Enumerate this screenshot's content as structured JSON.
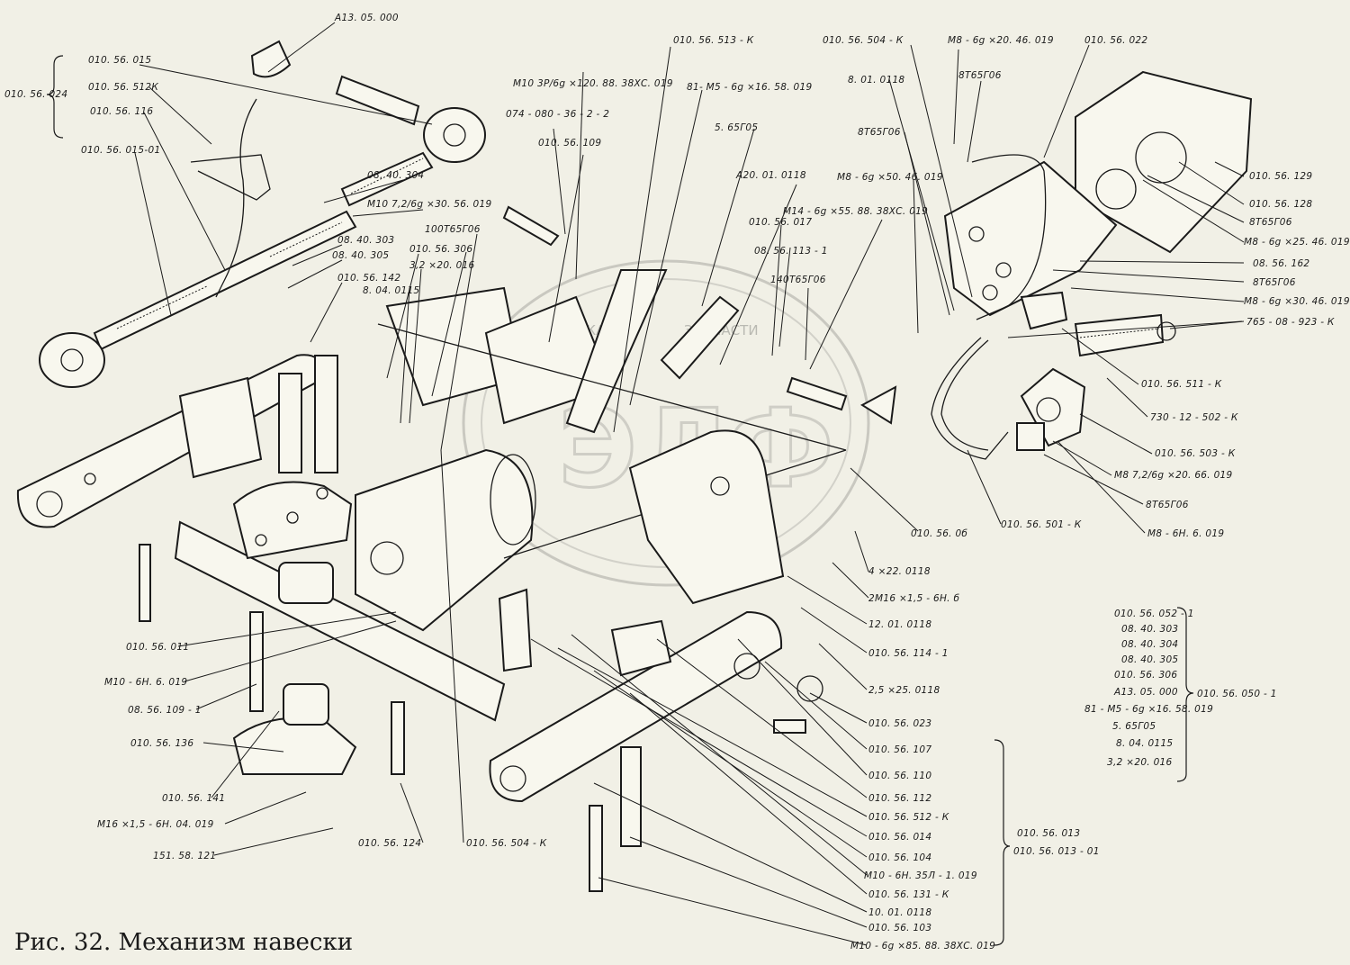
{
  "caption": "Рис. 32. Механизм навески",
  "watermark": {
    "line1": "ТЕХНИКА",
    "line2": "ЗАПЧАСТИ",
    "logo": "ЭЛФ"
  },
  "labels": {
    "a13_05_000": "А13. 05. 000",
    "d010_56_015": "010. 56. 015",
    "d010_56_024": "010. 56. 024",
    "d010_56_512k": "010. 56. 512К",
    "d010_56_116": "010. 56. 116",
    "d010_56_015_01": "010. 56. 015-01",
    "d08_40_304": "08. 40. 304",
    "m10_30_56": "М10 7,2/6g ×30. 56. 019",
    "d08_40_303": "08. 40. 303",
    "d08_40_305": "08. 40. 305",
    "d010_56_306": "010. 56. 306",
    "d3_2x20": "3,2 ×20. 016",
    "p100t65g06": "100Т65Г06",
    "d010_56_142": "010. 56. 142",
    "d8_04_0115": "8. 04. 0115",
    "d074_080": "074 - 080 - 36 - 2 - 2",
    "d010_56_109": "010. 56. 109",
    "m10_120": "М10 3Р/6g ×120. 88. 38ХС. 019",
    "d010_56_513k": "010. 56. 513 - К",
    "m5_16": "81- М5 - 6g ×16. 58. 019",
    "p565g05": "5. 65Г05",
    "a20_01_0118": "А20. 01. 0118",
    "d010_56_017": "010. 56. 017",
    "m14_55": "М14 - 6g ×55. 88. 38ХС. 019",
    "d08_56_113_1": "08. 56. 113 - 1",
    "p140t65g06": "140Т65Г06",
    "m8_50": "М8 - 6g ×50. 46. 019",
    "p8t65g06_a": "8Т65Г06",
    "d8_01_0118": "8. 01. 0118",
    "d010_56_504k": "010. 56. 504 - К",
    "m8_20_top": "М8 - 6g ×20. 46. 019",
    "p8t65g06_b": "8Т65Г06",
    "d010_56_022": "010. 56. 022",
    "d010_56_129": "010. 56. 129",
    "d010_56_128": "010. 56. 128",
    "p8t65g06_c": "8Т65Г06",
    "m8_25": "М8 - 6g ×25. 46. 019",
    "d08_56_162": "08. 56. 162",
    "p8t65g06_d": "8Т65Г06",
    "m8_30": "М8 - 6g ×30. 46. 019",
    "d765_08": "765 - 08 - 923 - К",
    "d010_56_511k": "010. 56. 511 - К",
    "d730_12": "730 - 12 - 502 - К",
    "d010_56_503k": "010. 56. 503 - К",
    "m8_20_right": "М8 7,2/6g ×20. 66. 019",
    "p8t65g06_e": "8Т65Г06",
    "m8_6h": "М8 - 6Н. 6. 019",
    "d010_56_501k": "010. 56. 501 - К",
    "d010_56_0x": "010. 56. 0б",
    "d4x22": "4 ×22. 0118",
    "m16_nut": "2М16 ×1,5 - 6Н. б",
    "d12_01_0118": "12. 01. 0118",
    "d010_56_114_1": "010. 56. 114 - 1",
    "d2_5x25": "2,5 ×25. 0118",
    "d010_56_023": "010. 56. 023",
    "d010_56_107": "010. 56. 107",
    "d010_56_110": "010. 56. 110",
    "d010_56_112": "010. 56. 112",
    "d010_56_512k_b": "010. 56. 512 - К",
    "d010_56_014": "010. 56. 014",
    "d010_56_104": "010. 56. 104",
    "m10_6h_35": "М10 - 6Н. 35Л - 1. 019",
    "d010_56_131k": "010. 56. 131 - К",
    "d10_01_0118": "10. 01. 0118",
    "d010_56_103": "010. 56. 103",
    "m10_85": "М10 - 6g ×85. 88. 38ХС. 019",
    "d010_56_013": "010. 56. 013",
    "d010_56_013_01": "010. 56. 013 - 01",
    "d010_56_011": "010. 56. 011",
    "m10_6h_6": "М10 - 6Н. 6. 019",
    "d08_56_109_1": "08. 56. 109 - 1",
    "d010_56_136": "010. 56. 136",
    "d010_56_141": "010. 56. 141",
    "m16_6h_04": "М16 ×1,5 - 6Н. 04. 019",
    "d151_58_121": "151. 58. 121",
    "d010_56_124": "010. 56. 124",
    "d010_56_504k_b": "010. 56. 504 - К",
    "group_050_1": "010. 56. 050 - 1"
  },
  "group_050_1_items": [
    "010. 56. 052 - 1",
    "08. 40. 303",
    "08. 40. 304",
    "08. 40. 305",
    "010. 56. 306",
    "А13. 05. 000",
    "81 - М5 - 6g ×16. 58. 019",
    "5. 65Г05",
    "8. 04. 0115",
    "3,2 ×20. 016"
  ]
}
